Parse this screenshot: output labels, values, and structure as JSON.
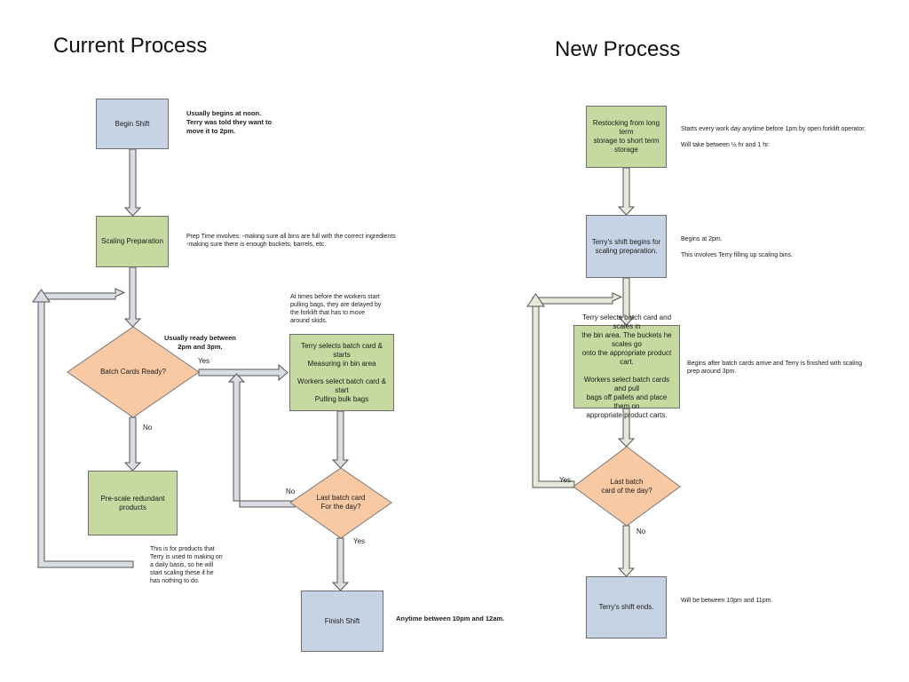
{
  "titles": {
    "current": "Current Process",
    "new": "New Process"
  },
  "current": {
    "begin_shift": "Begin Shift",
    "scaling_prep": "Scaling Preparation",
    "batch_cards_ready": "Batch Cards Ready?",
    "pre_scale": "Pre-scale redundant\nproducts",
    "terry_selects": "Terry selects batch card & starts\nMeasuring in bin area\n\nWorkers select batch card & start\nPulling bulk bags",
    "last_batch": "Last batch card\nFor the day?",
    "finish_shift": "Finish Shift",
    "label_yes_1": "Yes",
    "label_no_1": "No",
    "label_no_2": "No",
    "label_yes_2": "Yes",
    "note_begin": "Usually begins at noon.\nTerry was told they want to\nmove it to 2pm.",
    "note_prep": "Prep Time involves: -making sure all bins are full with the correct ingredients\n                          -making sure there is enough buckets, barrels, etc.",
    "note_delay": "At times before the workers start\npulling bags, they are delayed by\nthe forklift that has to move\naround skids.",
    "note_ready": "Usually ready between\n2pm and 3pm.",
    "note_prescale": "This is for products that\nTerry is used to making on\na daily basis, so he will\nstart scaling these if he\nhas nothing to do.",
    "note_finish": "Anytime between 10pm and 12am."
  },
  "new": {
    "restocking": "Restocking from long term\nstorage to short term storage",
    "terry_shift_begins": "Terry's shift begins for\nscaling preparation.",
    "terry_selects": "Terry selects batch card and scales in\nthe bin area. The buckets he scales go\nonto the appropriate product cart.\n\nWorkers select batch cards and pull\nbags off pallets and place them on\nappropriate product carts.",
    "last_batch": "Last batch\ncard of the day?",
    "shift_ends": "Terry's shift ends.",
    "label_yes": "Yes",
    "label_no": "No",
    "note_restock": "Starts every work day anytime before 1pm by open forklift operator.\n\nWill take between ½ hr and 1 hr.",
    "note_begins": "Begins at 2pm.\n\nThis involves Terry filling up scaling bins.",
    "note_after": "Begins after batch cards arrive and Terry is finished with scaling\nprep around 3pm.",
    "note_end": "Will be between 10pm and 11pm."
  },
  "colors": {
    "blue_box": "#c6d3e4",
    "green_box": "#c5d9a0",
    "orange_diamond": "#f8c9a3",
    "arrow_fill": "#d9dce3",
    "arrow_fill_new": "#e4e9da"
  }
}
